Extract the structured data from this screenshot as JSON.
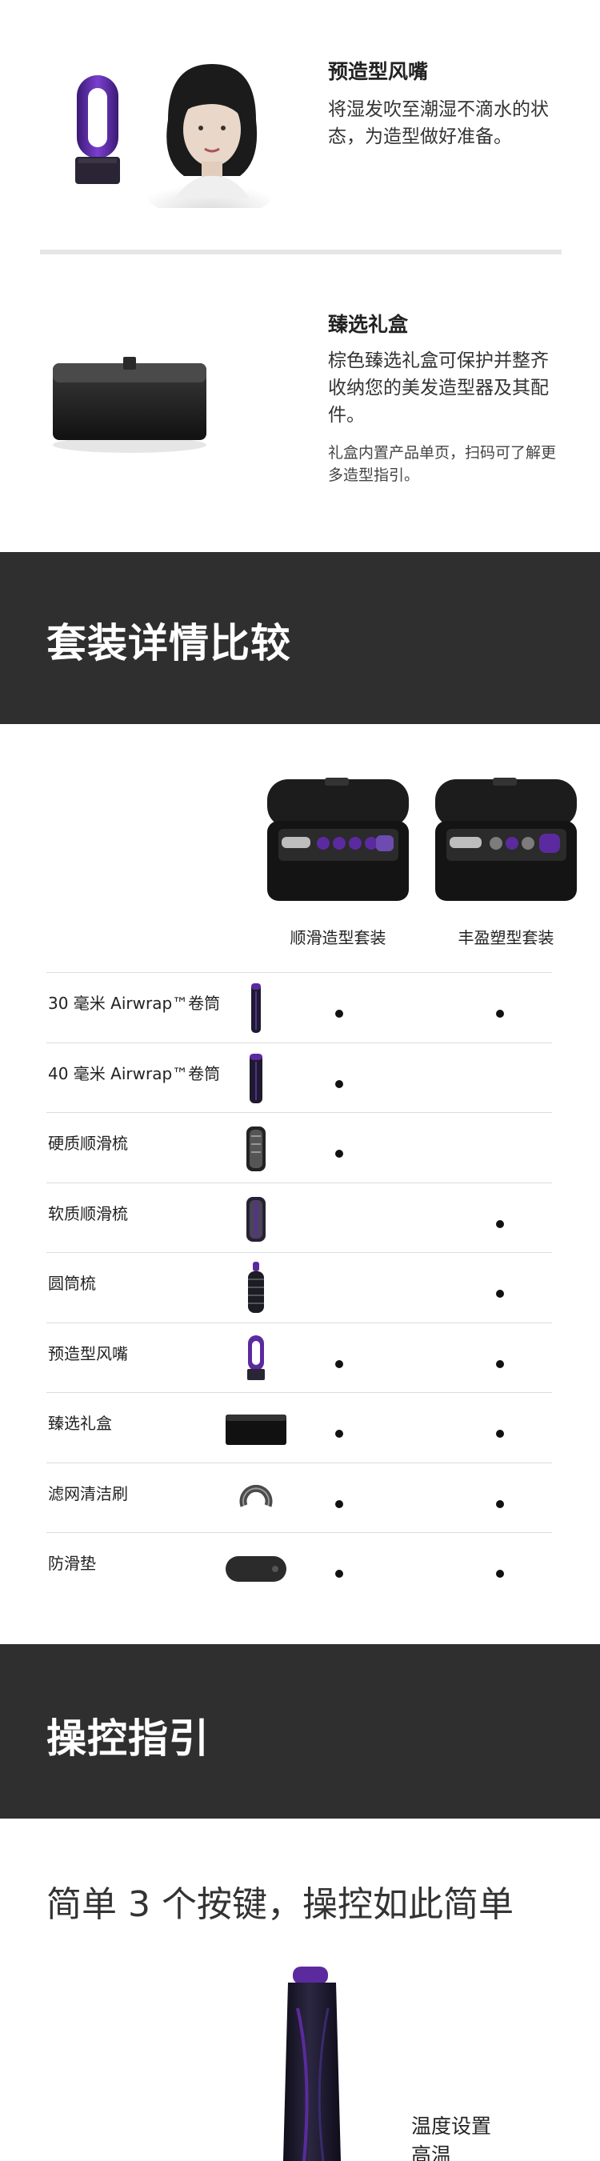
{
  "features": [
    {
      "title": "预造型风嘴",
      "body": "将湿发吹至潮湿不滴水的状态，为造型做好准备。"
    },
    {
      "title": "臻选礼盒",
      "body": "棕色臻选礼盒可保护并整齐收纳您的美发造型器及其配件。",
      "note": "礼盒内置产品单页，扫码可了解更多造型指引。"
    }
  ],
  "compare": {
    "heading": "套装详情比较",
    "columns": [
      "顺滑造型套装",
      "丰盈塑型套装"
    ],
    "rows": [
      {
        "label": "30 毫米 Airwrap™卷筒",
        "icon": "barrel-30mm-icon",
        "a": true,
        "b": true
      },
      {
        "label": "40 毫米 Airwrap™卷筒",
        "icon": "barrel-40mm-icon",
        "a": true,
        "b": false
      },
      {
        "label": "硬质顺滑梳",
        "icon": "firm-smoothing-brush-icon",
        "a": true,
        "b": false
      },
      {
        "label": "软质顺滑梳",
        "icon": "soft-smoothing-brush-icon",
        "a": false,
        "b": true
      },
      {
        "label": "圆筒梳",
        "icon": "round-volumising-brush-icon",
        "a": false,
        "b": true
      },
      {
        "label": "预造型风嘴",
        "icon": "pre-styling-dryer-icon",
        "a": true,
        "b": true
      },
      {
        "label": "臻选礼盒",
        "icon": "storage-case-icon",
        "a": true,
        "b": true
      },
      {
        "label": "滤网清洁刷",
        "icon": "filter-cleaning-brush-icon",
        "a": true,
        "b": true
      },
      {
        "label": "防滑垫",
        "icon": "non-slip-mat-icon",
        "a": true,
        "b": true
      }
    ]
  },
  "guide": {
    "heading": "操控指引",
    "subheading": "简单 3 个按键，操控如此简单",
    "temp_title": "温度设置",
    "temp_value": "高温"
  },
  "colors": {
    "band": "#2f2f2f",
    "purple": "#5b2a9e",
    "device": "#1e1b2c"
  }
}
